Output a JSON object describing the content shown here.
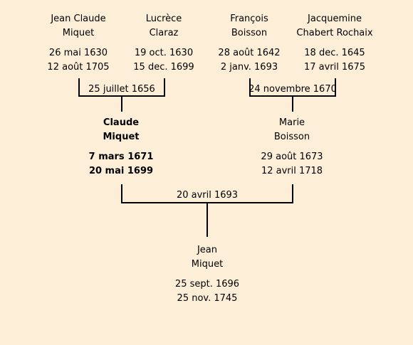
{
  "grandparents_paternal": {
    "father": {
      "name_line1": "Jean Claude",
      "name_line2": "Miquet",
      "birth": "26 mai 1630",
      "death": "12 août 1705"
    },
    "mother": {
      "name_line1": "Lucrèce",
      "name_line2": "Claraz",
      "birth": "19 oct. 1630",
      "death": "15 dec. 1699"
    },
    "marriage": "25 juillet 1656"
  },
  "grandparents_maternal": {
    "father": {
      "name_line1": "François",
      "name_line2": "Boisson",
      "birth": "28 août 1642",
      "death": "2 janv. 1693"
    },
    "mother": {
      "name_line1": "Jacquemine",
      "name_line2": "Chabert Rochaix",
      "birth": "18 dec. 1645",
      "death": "17 avril 1675"
    },
    "marriage": "24 novembre 1670"
  },
  "parents": {
    "father": {
      "name_line1": "Claude",
      "name_line2": "Miquet",
      "birth": "7 mars 1671",
      "death": "20 mai 1699"
    },
    "mother": {
      "name_line1": "Marie",
      "name_line2": "Boisson",
      "birth": "29 août 1673",
      "death": "12 avril 1718"
    },
    "marriage": "20 avril 1693"
  },
  "child": {
    "name_line1": "Jean",
    "name_line2": "Miquet",
    "birth": "25 sept. 1696",
    "death": "25 nov. 1745"
  }
}
